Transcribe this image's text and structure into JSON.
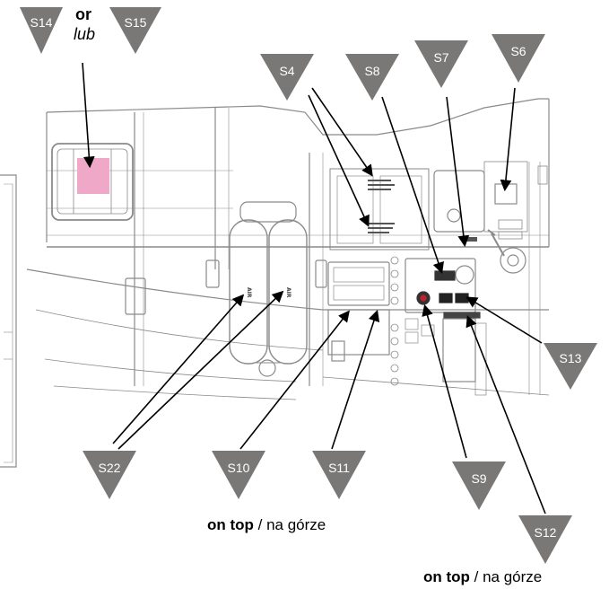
{
  "markers": [
    {
      "id": "s14",
      "label": "S14"
    },
    {
      "id": "s15",
      "label": "S15"
    },
    {
      "id": "s4",
      "label": "S4"
    },
    {
      "id": "s8",
      "label": "S8"
    },
    {
      "id": "s7",
      "label": "S7"
    },
    {
      "id": "s6",
      "label": "S6"
    },
    {
      "id": "s13",
      "label": "S13"
    },
    {
      "id": "s22",
      "label": "S22"
    },
    {
      "id": "s10",
      "label": "S10"
    },
    {
      "id": "s11",
      "label": "S11"
    },
    {
      "id": "s9",
      "label": "S9"
    },
    {
      "id": "s12",
      "label": "S12"
    }
  ],
  "or_text": "or",
  "lub_text": "lub",
  "air_label": "AIR",
  "captions": {
    "left": {
      "bold": "on top",
      "rest": " / na górze"
    },
    "right": {
      "bold": "on top",
      "rest": " / na górze"
    }
  },
  "colors": {
    "marker": "#7a7876",
    "line": "#000000",
    "drawing": "#8a8a8a",
    "placard_pink": "#f0a8c8"
  }
}
